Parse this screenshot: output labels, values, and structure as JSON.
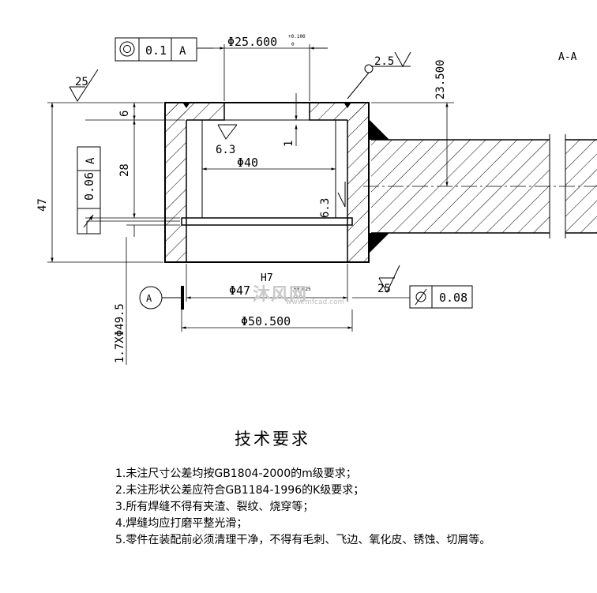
{
  "drawing": {
    "section_label": "A-A",
    "datum_label": "A",
    "dimensions": {
      "top_diameter": "Φ25.600",
      "top_diameter_tol_upper": "+0.100",
      "top_diameter_tol_lower": "0",
      "inner_diameter": "Φ40",
      "outer_diameter": "Φ50.500",
      "bore_diameter": "Φ47",
      "bore_fit": "H7",
      "bore_tol": "+0.025",
      "total_height": "47",
      "height_top": "6",
      "height_mid": "28",
      "groove_depth": "1",
      "offset": "23.500",
      "weld": "1.7XΦ49.5"
    },
    "roughness": {
      "top_left": "25",
      "top_right": "2.5",
      "inner": "6.3",
      "inner_side": "6.3",
      "bottom_right": "25"
    },
    "tolerances": {
      "concentricity": {
        "symbol": "concentricity-icon",
        "value": "0.1",
        "datum": "A"
      },
      "runout": {
        "symbol": "runout-icon",
        "value": "0.06",
        "datum": "A"
      },
      "cylindricity": {
        "symbol": "cylindricity-icon",
        "value": "0.08"
      }
    }
  },
  "watermark": {
    "text": "沐风网",
    "url": "www.mfcad.com"
  },
  "notes": {
    "title": "技术要求",
    "items": [
      "1.未注尺寸公差均按GB1804-2000的m级要求；",
      "2.未注形状公差应符合GB1184-1996的K级要求；",
      "3.所有焊缝不得有夹渣、裂纹、烧穿等；",
      "4.焊缝均应打磨平整光滑；",
      "5.零件在装配前必须清理干净，不得有毛刺、飞边、氧化皮、锈蚀、切屑等。"
    ]
  }
}
